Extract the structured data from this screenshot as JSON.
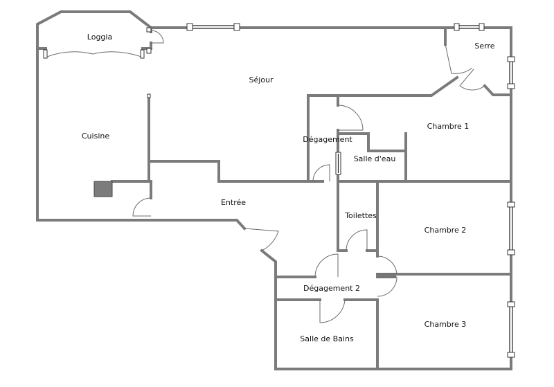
{
  "rooms": {
    "loggia": "Loggia",
    "sejour": "Séjour",
    "serre": "Serre",
    "cuisine": "Cuisine",
    "degagement": "Dégagement",
    "chambre1": "Chambre 1",
    "salle_eau": "Salle d'eau",
    "entree": "Entrée",
    "toilettes": "Toilettes",
    "chambre2": "Chambre 2",
    "degagement2": "Dégagement 2",
    "chambre3": "Chambre 3",
    "salle_bains": "Salle de Bains"
  }
}
